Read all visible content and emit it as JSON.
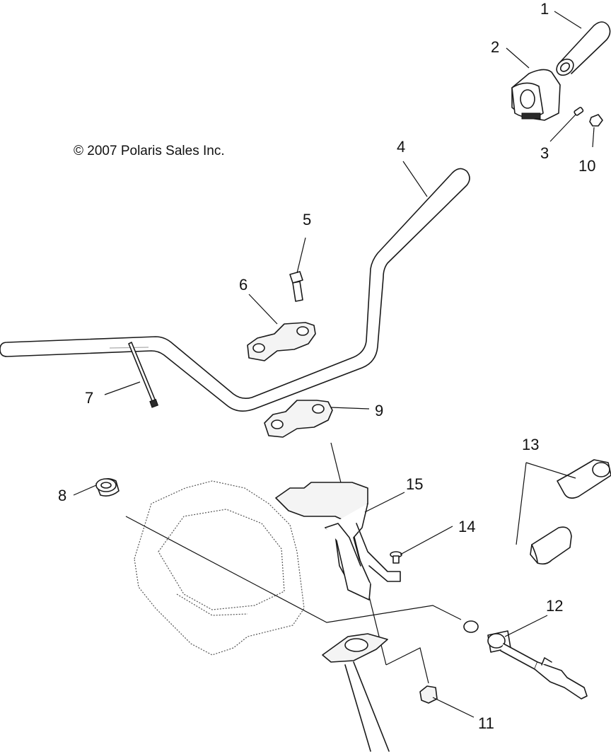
{
  "copyright": "© 2007 Polaris Sales Inc.",
  "callouts": [
    {
      "id": "c1",
      "label": "1"
    },
    {
      "id": "c2",
      "label": "2"
    },
    {
      "id": "c3",
      "label": "3"
    },
    {
      "id": "c4",
      "label": "4"
    },
    {
      "id": "c5",
      "label": "5"
    },
    {
      "id": "c6",
      "label": "6"
    },
    {
      "id": "c7",
      "label": "7"
    },
    {
      "id": "c8",
      "label": "8"
    },
    {
      "id": "c9",
      "label": "9"
    },
    {
      "id": "c10",
      "label": "10"
    },
    {
      "id": "c11",
      "label": "11"
    },
    {
      "id": "c12",
      "label": "12"
    },
    {
      "id": "c13",
      "label": "13"
    },
    {
      "id": "c14",
      "label": "14"
    },
    {
      "id": "c15",
      "label": "15"
    }
  ]
}
